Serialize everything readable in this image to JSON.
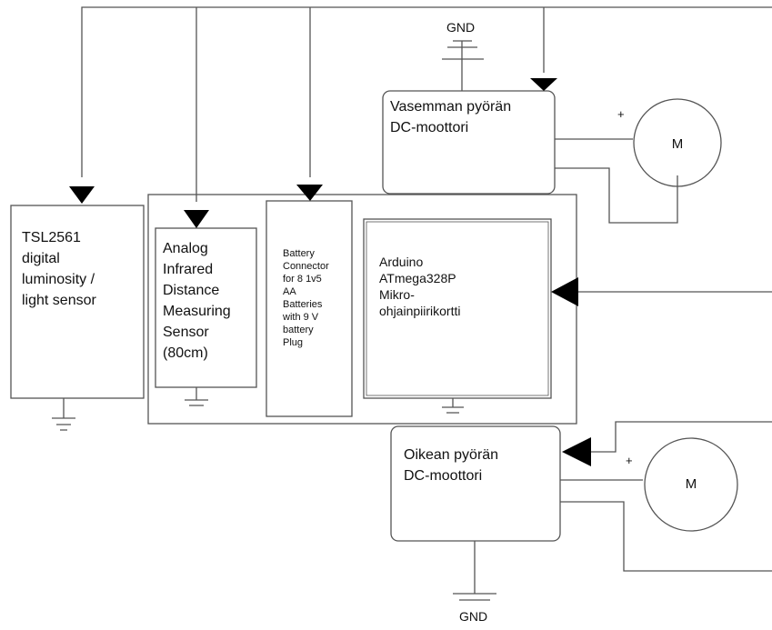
{
  "gnd_top_label": "GND",
  "gnd_bottom_label": "GND",
  "left_motor_driver_label": "Vasemman pyörän\nDC-moottori",
  "right_motor_driver_label": "Oikean pyörän\nDC-moottori",
  "light_sensor_label": "TSL2561\ndigital\nluminosity /\nlight sensor",
  "distance_sensor_label": "Analog\nInfrared\nDistance\nMeasuring\nSensor\n(80cm)",
  "battery_connector_label": "Battery\nConnector\nfor 8 1v5\nAA\nBatteries\nwith 9 V\nbattery\nPlug",
  "arduino_label": "Arduino\nATmega328P\nMikro-\nohjainpiirikortti",
  "left_motor_symbol": "M",
  "right_motor_symbol": "M",
  "left_motor_plus": "+",
  "right_motor_plus": "+"
}
